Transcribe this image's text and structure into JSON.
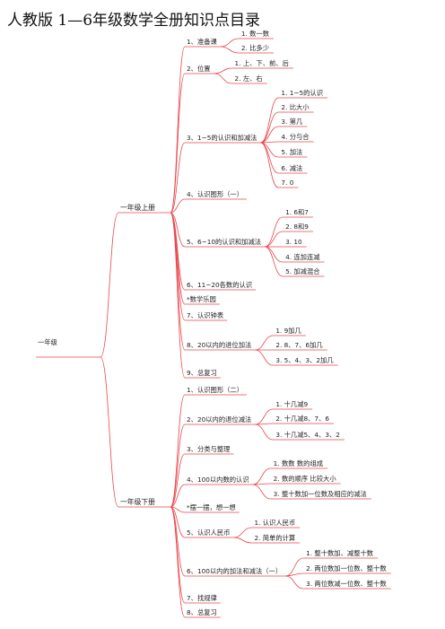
{
  "title": "人教版 1—6年级数学全册知识点目录",
  "colors": {
    "line": "#e8484c",
    "text": "#222222"
  },
  "mindmap": {
    "root": "一年级",
    "halves": [
      {
        "label": "一年级上册",
        "topics": [
          {
            "label": "1、准备课",
            "items": [
              "1. 数一数",
              "2. 比多少"
            ]
          },
          {
            "label": "2、位置",
            "items": [
              "1. 上、下、前、后",
              "2. 左、右"
            ]
          },
          {
            "label": "3、1~5的认识和加减法",
            "items": [
              "1. 1~5的认识",
              "2. 比大小",
              "3. 第几",
              "4. 分与合",
              "5. 加法",
              "6. 减法",
              "7. 0"
            ]
          },
          {
            "label": "4、认识图形（一）",
            "items": []
          },
          {
            "label": "5、6~10的认识和加减法",
            "items": [
              "1. 6和7",
              "2. 8和9",
              "3. 10",
              "4. 连加连减",
              "5. 加减混合"
            ]
          },
          {
            "label": "6、11~20各数的认识",
            "items": []
          },
          {
            "label": "*数学乐园",
            "items": []
          },
          {
            "label": "7、认识钟表",
            "items": []
          },
          {
            "label": "8、20以内的进位加法",
            "items": [
              "1. 9加几",
              "2. 8、7、6加几",
              "3. 5、4、3、2加几"
            ]
          },
          {
            "label": "9、总复习",
            "items": []
          }
        ]
      },
      {
        "label": "一年级下册",
        "topics": [
          {
            "label": "1、认识图形（二）",
            "items": []
          },
          {
            "label": "2、20以内的退位减法",
            "items": [
              "1. 十几减9",
              "2. 十几减8、7、6",
              "3. 十几减5、4、3、2"
            ]
          },
          {
            "label": "3、分类与整理",
            "items": []
          },
          {
            "label": "4、100以内数的认识",
            "items": [
              "1. 数数 数的组成",
              "2. 数的顺序 比较大小",
              "3. 整十数加一位数及相应的减法"
            ]
          },
          {
            "label": "*摆一摆，想一想",
            "items": []
          },
          {
            "label": "5、认识人民币",
            "items": [
              "1. 认识人民币",
              "2. 简单的计算"
            ]
          },
          {
            "label": "6、100以内的加法和减法（一）",
            "items": [
              "1. 整十数加、减整十数",
              "2. 两位数加一位数、整十数",
              "3. 两位数减一位数、整十数"
            ]
          },
          {
            "label": "7、找规律",
            "items": []
          },
          {
            "label": "8、总复习",
            "items": []
          }
        ]
      }
    ]
  }
}
